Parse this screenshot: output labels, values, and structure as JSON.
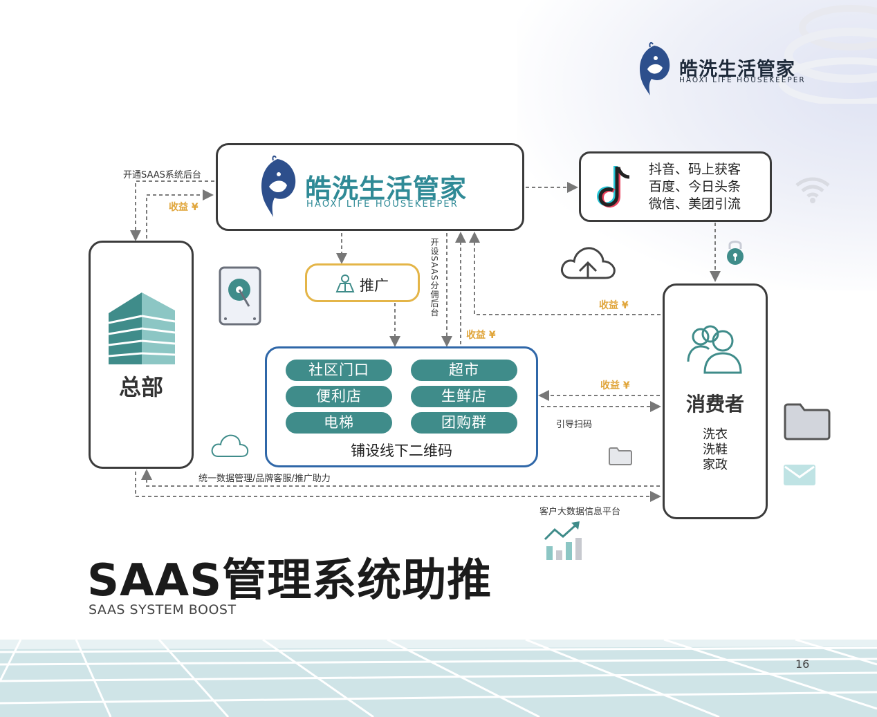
{
  "header": {
    "logo_cn": "皓洗生活管家",
    "logo_en": "HAOXI LIFE HOUSEKEEPER"
  },
  "diagram": {
    "center_logo_cn": "皓洗生活管家",
    "center_logo_en": "HAOXI LIFE HOUSEKEEPER",
    "channels": [
      "抖音、码上获客",
      "百度、今日头条",
      "微信、美团引流"
    ],
    "hq_label": "总部",
    "promo_label": "推广",
    "offline_items": [
      "社区门口",
      "超市",
      "便利店",
      "生鲜店",
      "电梯",
      "团购群"
    ],
    "offline_caption": "铺设线下二维码",
    "consumer_label": "消费者",
    "consumer_services": [
      "洗衣",
      "洗鞋",
      "家政"
    ],
    "edge_labels": {
      "open_saas": "开通SAAS系统后台",
      "income_hq": "收益 ¥",
      "saas_sub": "开设SAAS分佣后台",
      "income_center": "收益 ¥",
      "income_consumer_top": "收益 ¥",
      "income_consumer_mid": "收益 ¥",
      "guide_scan": "引导扫码",
      "unified": "统一数据管理/品牌客服/推广助力",
      "bigdata": "客户大数据信息平台"
    }
  },
  "footer": {
    "title": "SAAS管理系统助推",
    "subtitle": "SAAS SYSTEM BOOST",
    "page_number": "16"
  },
  "colors": {
    "brand_teal": "#2f8a96",
    "pill_teal": "#3f8c8a",
    "income_gold": "#e0a53a",
    "offline_border": "#2f67a8",
    "promo_border": "#e4b548"
  }
}
